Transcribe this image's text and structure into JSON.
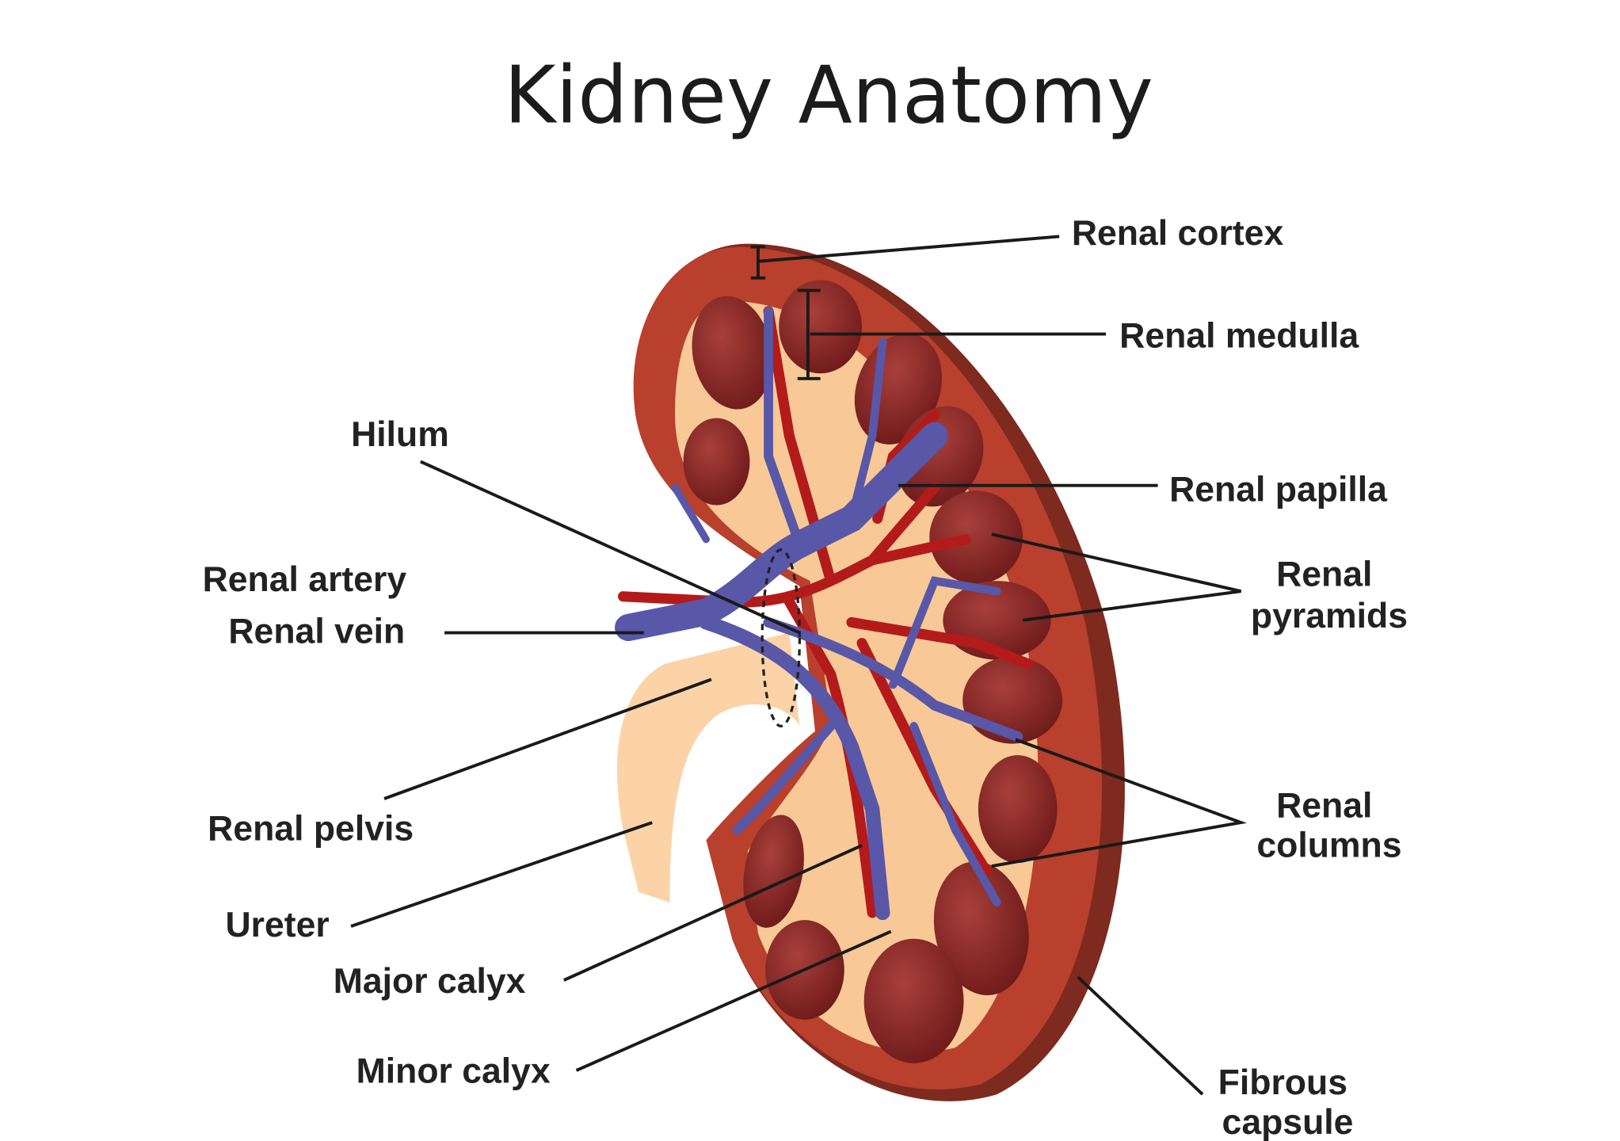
{
  "title": "Kidney Anatomy",
  "labels": {
    "renal_cortex": "Renal cortex",
    "renal_medulla": "Renal medulla",
    "hilum": "Hilum",
    "renal_papilla": "Renal papilla",
    "renal_artery": "Renal artery",
    "renal_vein": "Renal vein",
    "renal_pyramids_1": "Renal",
    "renal_pyramids_2": "pyramids",
    "renal_pelvis": "Renal pelvis",
    "renal_columns_1": "Renal",
    "renal_columns_2": "columns",
    "ureter": "Ureter",
    "major_calyx": "Major calyx",
    "minor_calyx": "Minor calyx",
    "fibrous_capsule_1": "Fibrous",
    "fibrous_capsule_2": "capsule"
  },
  "colors": {
    "capsule": "#7e2a1e",
    "cortex": "#b8402c",
    "pyramid": "#7a2020",
    "medulla": "#f8c996",
    "vein": "#5857a8",
    "artery": "#b31b1b"
  }
}
